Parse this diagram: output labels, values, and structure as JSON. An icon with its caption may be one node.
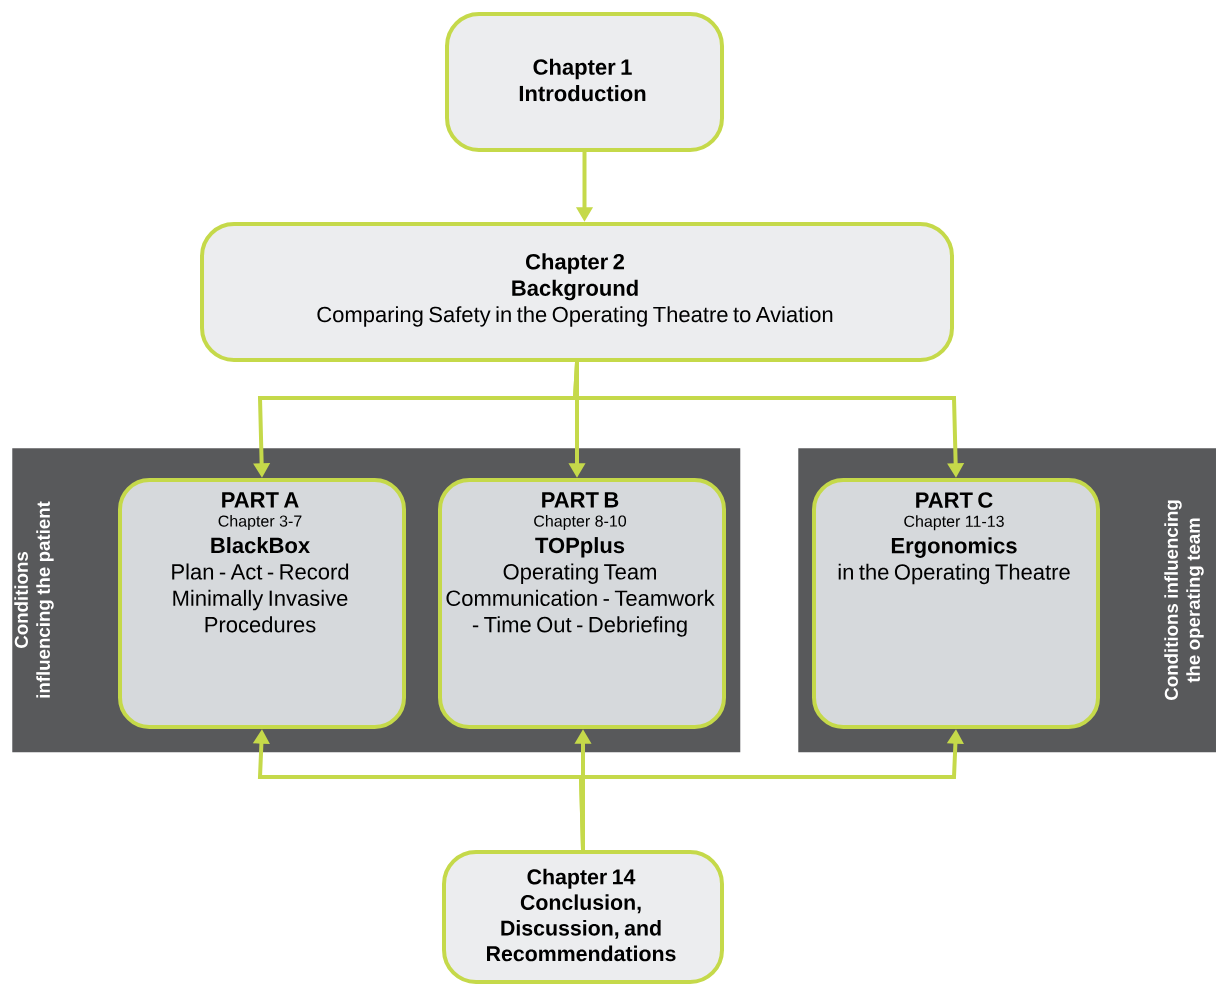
{
  "diagram": {
    "nodes": [
      {
        "text": [
          "Chapter 1",
          "Introduction"
        ]
      },
      {
        "text": [
          "Chapter 2",
          "Background",
          "Comparing Safety in the Operating Theatre to Aviation"
        ]
      },
      {
        "text": [
          "Conditions influencing the patient"
        ]
      },
      {
        "text": [
          "PART A",
          "Chapter 3-7",
          "BlackBox",
          "Plan - Act - Record Minimally Invasive Procedures"
        ],
        "in": 2
      },
      {
        "text": [
          "PART B",
          "Chapter 8-10",
          "TOPplus",
          "Operating Team Communication - Teamwork - Time Out - Debriefing"
        ],
        "in": 2
      },
      {
        "text": [
          "Conditions influencing the operating team"
        ]
      },
      {
        "text": [
          "PART C",
          "Chapter 11-13",
          "Ergonomics",
          "in the Operating Theatre"
        ],
        "in": 5
      },
      {
        "text": [
          "Chapter 14",
          "Conclusion, Discussion, and Recommendations"
        ]
      }
    ],
    "edges": [
      {
        "from": 0,
        "to": 1,
        "arrow": "to"
      },
      {
        "from": 1,
        "to": 3,
        "arrow": "to"
      },
      {
        "from": 1,
        "to": 4,
        "arrow": "to"
      },
      {
        "from": 1,
        "to": 6,
        "arrow": "to"
      },
      {
        "from": 7,
        "to": 3,
        "arrow": "to"
      },
      {
        "from": 7,
        "to": 4,
        "arrow": "to"
      },
      {
        "from": 7,
        "to": 6,
        "arrow": "to"
      }
    ]
  }
}
